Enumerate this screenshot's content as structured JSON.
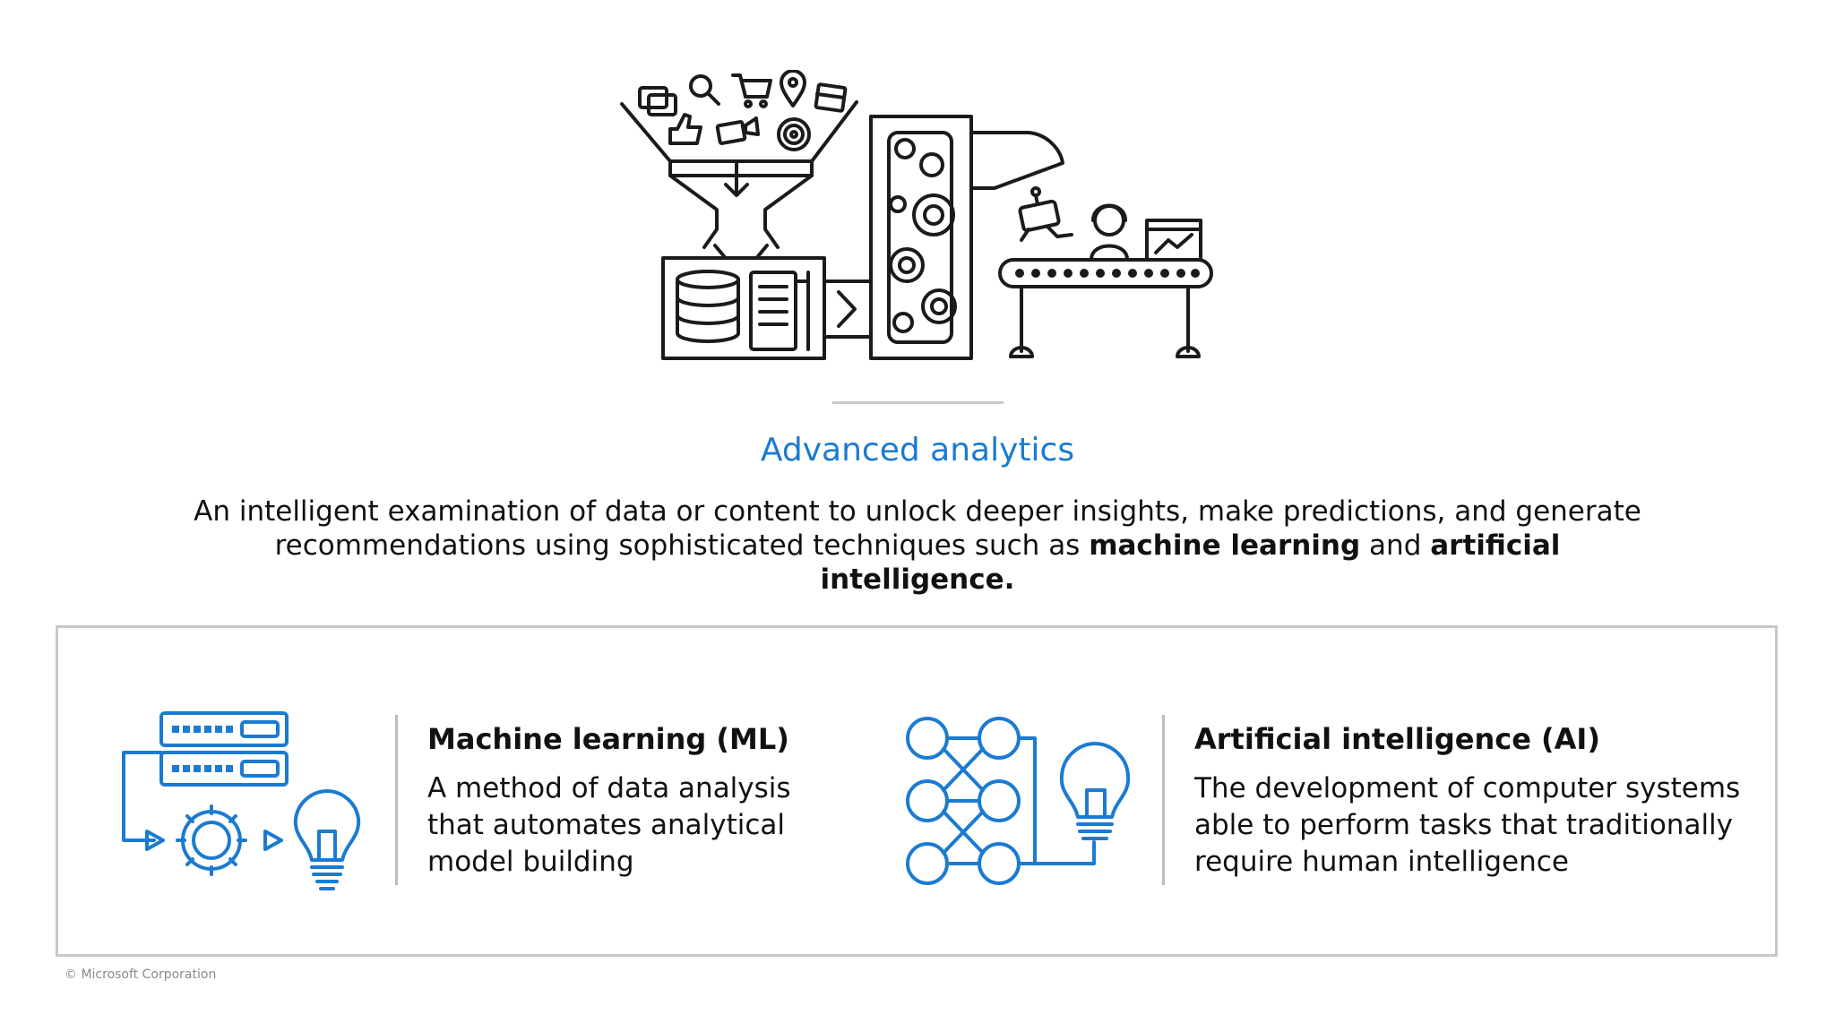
{
  "header": {
    "title": "Advanced analytics",
    "description_pre": "An intelligent examination of data or content to unlock deeper insights, make predictions, and generate recommendations using sophisticated techniques such as ",
    "bold_1": "machine learning",
    "description_mid": " and ",
    "bold_2": "artificial intelligence."
  },
  "columns": [
    {
      "title": "Machine learning (ML)",
      "text": "A method of data analysis that automates analytical model building",
      "icon": "ml-server-gear-lightbulb-icon"
    },
    {
      "title": "Artificial intelligence (AI)",
      "text": "The development of computer systems able to perform tasks that traditionally require human intelligence",
      "icon": "ai-neural-network-lightbulb-icon"
    }
  ],
  "footer": {
    "copyright": "© Microsoft Corporation"
  },
  "colors": {
    "accent": "#1a7bd0",
    "text": "#111111",
    "border": "#c8c8c8"
  }
}
